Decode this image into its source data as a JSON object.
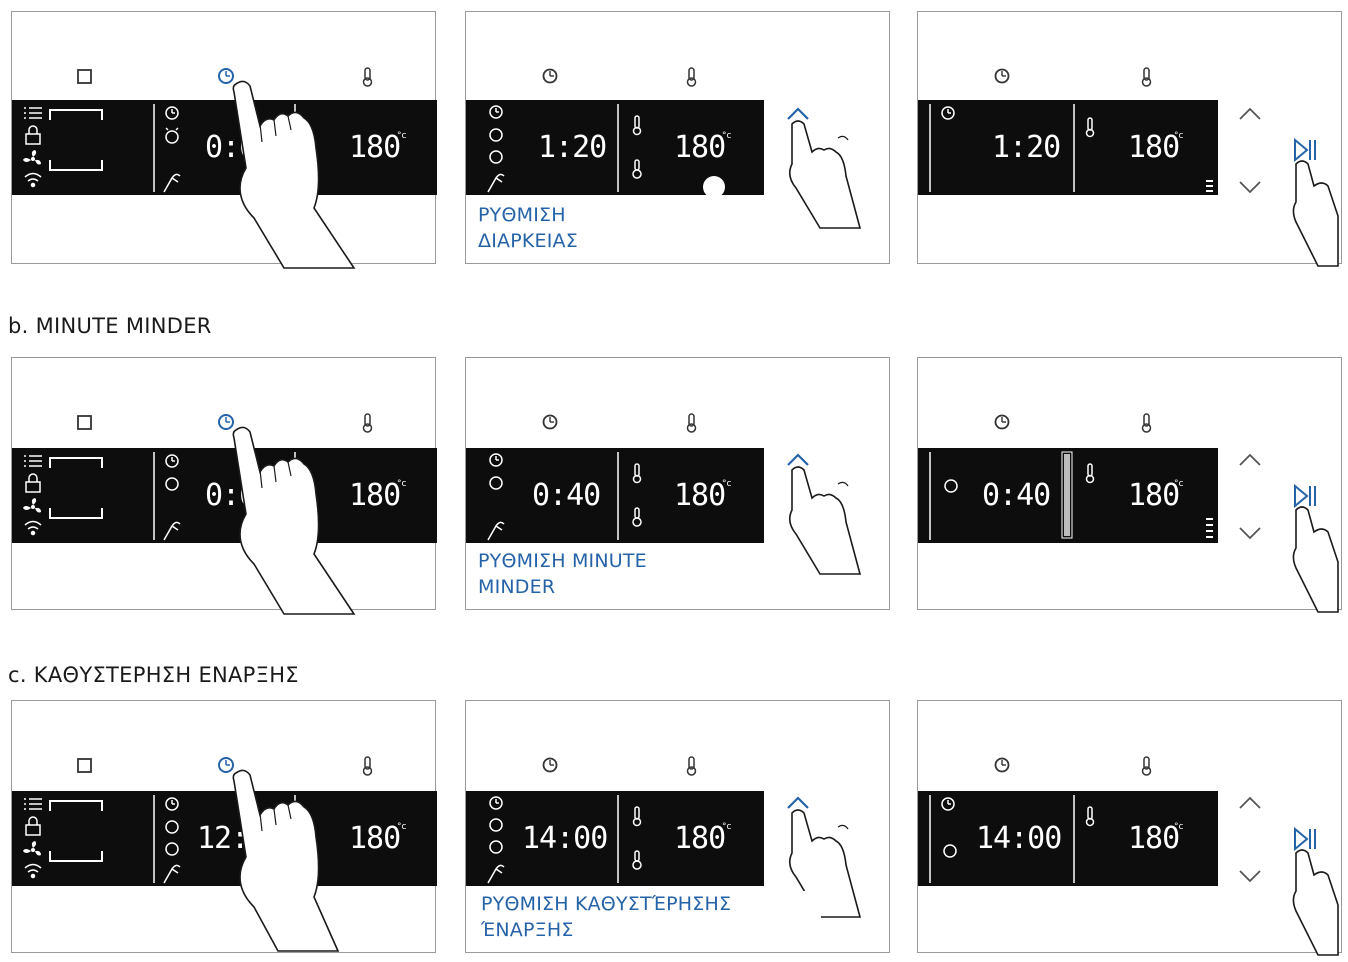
{
  "sections": [
    {
      "heading": "",
      "step2_caption": "ΡΥΘΜΙΣΗ\nΔΙΑΡΚΕΙΑΣ",
      "step1_time": "0:0",
      "step2_time": "1:20",
      "step3_time": "1:20",
      "temperature": "180",
      "unit": "°c"
    },
    {
      "heading": "b.  MINUTE MINDER",
      "step2_caption": "ΡΥΘΜΙΣΗ MINUTE\nMINDER",
      "step1_time": "0:0",
      "step2_time": "0:40",
      "step3_time": "0:40",
      "temperature": "180",
      "unit": "°c"
    },
    {
      "heading": "c.  ΚΑΘΥΣΤΕΡΗΣΗ ΕΝΑΡΞΗΣ",
      "step2_caption": "ΡΥΘΜΙΣΗ ΚΑΘΥΣΤΈΡΗΣΗΣ\nΈΝΑΡΞΗΣ",
      "step1_time": "12:2",
      "step2_time": "14:00",
      "step3_time": "14:00",
      "temperature": "180",
      "unit": "°c"
    }
  ],
  "colors": {
    "display": "#0d0d0d",
    "accent_blue": "#2563a8",
    "panel_border": "#9a9a9a"
  },
  "icons": [
    "stop-square-icon",
    "timer-icon",
    "thermometer-icon",
    "menu-list-icon",
    "lock-icon",
    "fan-icon",
    "wifi-icon",
    "arrow-up-icon",
    "arrow-down-icon",
    "play-pause-icon",
    "pointing-hand-icon"
  ]
}
